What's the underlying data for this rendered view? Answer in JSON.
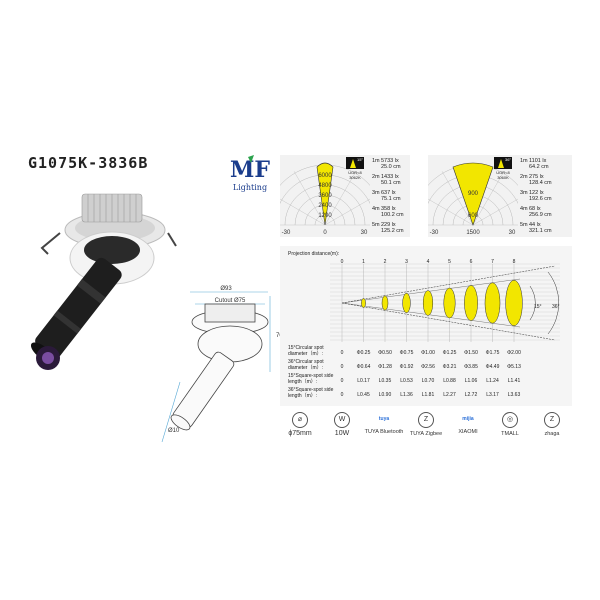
{
  "product": {
    "model": "G1075K-3836B",
    "logo_letters": "MF",
    "logo_subtitle": "Lighting"
  },
  "polar_left": {
    "angle_badge": "15°",
    "badge_lines": [
      "UGR<8",
      "3062K"
    ],
    "rings": [
      "1200",
      "2400",
      "3600",
      "4800",
      "6000"
    ],
    "axis": [
      "-30",
      "0",
      "30"
    ],
    "rows": [
      {
        "dist": "1m",
        "lux": "5733 lx",
        "diam": "25.0 cm"
      },
      {
        "dist": "2m",
        "lux": "1433 lx",
        "diam": "50.1 cm"
      },
      {
        "dist": "3m",
        "lux": "637 lx",
        "diam": "75.1 cm"
      },
      {
        "dist": "4m",
        "lux": "358 lx",
        "diam": "100.2 cm"
      },
      {
        "dist": "5m",
        "lux": "229 lx",
        "diam": "125.2 cm"
      }
    ]
  },
  "polar_right": {
    "angle_badge": "36°",
    "badge_lines": [
      "UGR<8",
      "3060K"
    ],
    "rings": [
      "600",
      "900"
    ],
    "axis": [
      "-30",
      "1500",
      "30"
    ],
    "rows": [
      {
        "dist": "1m",
        "lux": "1101 lx",
        "diam": "64.2 cm"
      },
      {
        "dist": "2m",
        "lux": "275 lx",
        "diam": "128.4 cm"
      },
      {
        "dist": "3m",
        "lux": "122 lx",
        "diam": "192.6 cm"
      },
      {
        "dist": "4m",
        "lux": "68 lx",
        "diam": "256.9 cm"
      },
      {
        "dist": "5m",
        "lux": "44 lx",
        "diam": "321.1 cm"
      }
    ]
  },
  "projection": {
    "header": "Projection distance(m):",
    "distances": [
      "0",
      "1",
      "2",
      "3",
      "4",
      "5",
      "6",
      "7",
      "8"
    ],
    "angle_narrow": "15°",
    "angle_wide": "36°",
    "rows": [
      {
        "label": "15°Circular spot diameter（m）:",
        "values": [
          "0",
          "Φ0.25",
          "Φ0.50",
          "Φ0.75",
          "Φ1.00",
          "Φ1.25",
          "Φ1.50",
          "Φ1.75",
          "Φ2.00"
        ]
      },
      {
        "label": "36°Circular spot diameter（m）:",
        "values": [
          "0",
          "Φ0.64",
          "Φ1.28",
          "Φ1.92",
          "Φ2.56",
          "Φ3.21",
          "Φ3.85",
          "Φ4.49",
          "Φ5.13"
        ]
      },
      {
        "label": "15°Square-spot side length（m）:",
        "values": [
          "0",
          "L0.17",
          "L0.35",
          "L0.53",
          "L0.70",
          "L0.88",
          "L1.06",
          "L1.24",
          "L1.41"
        ]
      },
      {
        "label": "36°Square-spot side length（m）:",
        "values": [
          "0",
          "L0.45",
          "L0.90",
          "L1.36",
          "L1.81",
          "L2.27",
          "L2.72",
          "L3.17",
          "L3.63"
        ]
      }
    ]
  },
  "features": [
    {
      "icon": "diameter-icon",
      "glyph": "⌀",
      "label": "ϕ75mm"
    },
    {
      "icon": "watt-icon",
      "glyph": "W",
      "label": "10W"
    },
    {
      "icon": "tuya-bluetooth-icon",
      "glyph": "tuya",
      "label": "TUYA Bluetooth"
    },
    {
      "icon": "tuya-zigbee-icon",
      "glyph": "Z",
      "label": "TUYA Zigbee"
    },
    {
      "icon": "xiaomi-icon",
      "glyph": "mijia",
      "label": "XIAOMI"
    },
    {
      "icon": "tmall-icon",
      "glyph": "◎",
      "label": "TMALL"
    },
    {
      "icon": "zhaga-icon",
      "glyph": "Z",
      "label": "zhaga"
    }
  ],
  "drawing": {
    "dims": [
      "Ø93",
      "Cutout Ø75",
      "70",
      "Ø10"
    ]
  }
}
